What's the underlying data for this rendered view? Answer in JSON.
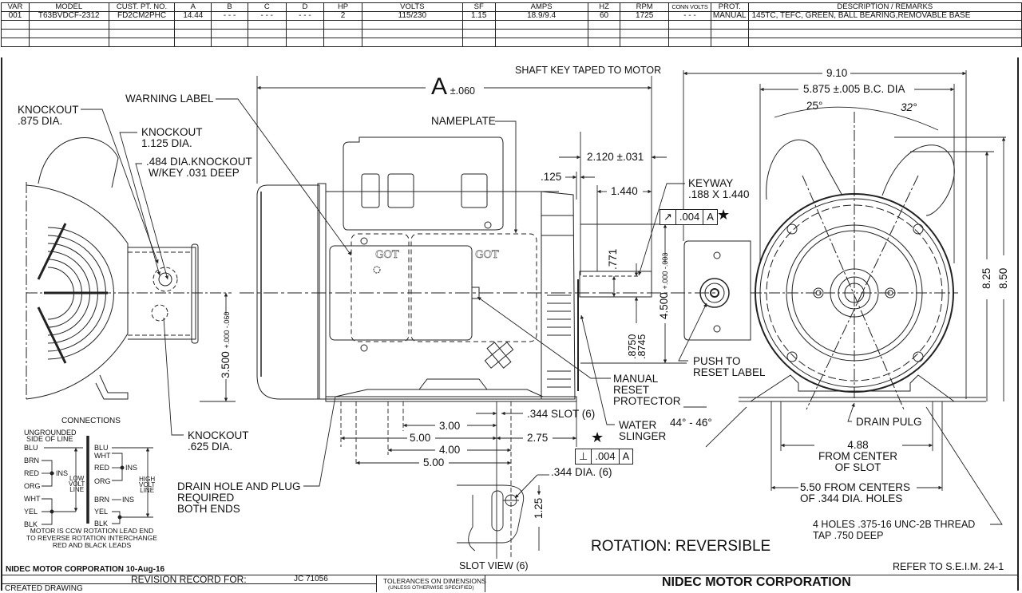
{
  "spec_table": {
    "headers": [
      "VAR",
      "MODEL",
      "CUST. PT. NO.",
      "A",
      "B",
      "C",
      "D",
      "HP",
      "VOLTS",
      "SF",
      "AMPS",
      "HZ",
      "RPM",
      "CONN VOLTS",
      "PROT.",
      "DESCRIPTION / REMARKS"
    ],
    "rows": [
      [
        "001",
        "T63BVDCF-2312",
        "FD2CM2PHC",
        "14.44",
        "- - -",
        "- - -",
        "- - -",
        "2",
        "115/230",
        "1.15",
        "18.9/9.4",
        "60",
        "1725",
        "- - -",
        "MANUAL",
        "145TC, TEFC, GREEN, BALL BEARING,REMOVABLE BASE"
      ],
      [
        "",
        "",
        "",
        "",
        "",
        "",
        "",
        "",
        "",
        "",
        "",
        "",
        "",
        "",
        "",
        ""
      ],
      [
        "",
        "",
        "",
        "",
        "",
        "",
        "",
        "",
        "",
        "",
        "",
        "",
        "",
        "",
        "",
        ""
      ],
      [
        "",
        "",
        "",
        "",
        "",
        "",
        "",
        "",
        "",
        "",
        "",
        "",
        "",
        "",
        "",
        ""
      ]
    ]
  },
  "callouts": {
    "knockout_875": [
      "KNOCKOUT",
      ".875 DIA."
    ],
    "warning_label": "WARNING LABEL",
    "knockout_1125": [
      "KNOCKOUT",
      "1.125 DIA."
    ],
    "knockout_484": [
      ".484 DIA.KNOCKOUT",
      "W/KEY .031 DEEP"
    ],
    "shaft_key": "SHAFT KEY TAPED TO MOTOR",
    "nameplate": "NAMEPLATE",
    "keyway": [
      "KEYWAY",
      ".188 X 1.440"
    ],
    "push_to_reset": [
      "PUSH TO",
      "RESET LABEL"
    ],
    "manual_reset": [
      "MANUAL",
      "RESET",
      "PROTECTOR"
    ],
    "water_slinger": [
      "WATER",
      "SLINGER"
    ],
    "knockout_625": [
      "KNOCKOUT",
      ".625 DIA."
    ],
    "drain_hole": [
      "DRAIN HOLE AND PLUG",
      "REQUIRED",
      "BOTH ENDS"
    ],
    "drain_plug": "DRAIN PULG",
    "tapped_holes": [
      "4 HOLES .375-16 UNC-2B THREAD",
      "TAP .750 DEEP"
    ],
    "slot_view": "SLOT VIEW (6)",
    "rotation": "ROTATION: REVERSIBLE",
    "refer": "REFER TO S.E.I.M. 24-1"
  },
  "dimensions": {
    "A_letter": "A",
    "A_tol": "±.060",
    "d_9_10": "9.10",
    "d_bc_dia": "5.875 ±.005 B.C. DIA",
    "ang_25": "25°",
    "ang_32": "32°",
    "d_2120": "2.120 ±.031",
    "d_125": ".125",
    "d_1440": "1.440",
    "fcf_top": [
      "↗",
      ".004",
      "A"
    ],
    "d_771": ".771",
    "d_4500": "4.500",
    "d_4500_tol": "+.000 -.003",
    "d_shaft": ".8750 .8745",
    "d_3500": "3.500",
    "d_3500_tol": "+.000 -.060",
    "d_825": "8.25",
    "d_850": "8.50",
    "d_slot": ".344  SLOT (6)",
    "d_300": "3.00",
    "d_500a": "5.00",
    "d_275": "2.75",
    "d_400": "4.00",
    "d_500b": "5.00",
    "fcf_bottom": [
      "⊥",
      ".004",
      "A"
    ],
    "d_344dia": ".344  DIA. (6)",
    "d_125v": "1.25",
    "ang_44_46": "44° - 46°",
    "d_488": [
      "4.88",
      "FROM CENTER",
      "OF SLOT"
    ],
    "d_550": [
      "5.50  FROM CENTERS",
      "OF .344 DIA. HOLES"
    ]
  },
  "connections": {
    "title": "CONNECTIONS",
    "ungrounded": [
      "UNGROUNDED",
      "SIDE OF LINE"
    ],
    "low_leads": [
      "BLU",
      "BRN",
      "RED",
      "ORG",
      "WHT",
      "YEL",
      "BLK"
    ],
    "low_ins": "INS",
    "low_label": [
      "LOW",
      "VOLT",
      "LINE"
    ],
    "high_leads": [
      "BLU",
      "WHT",
      "RED",
      "ORG",
      "BRN",
      "YEL",
      "BLK"
    ],
    "high_ins_1": "INS",
    "high_ins_2": "INS",
    "high_label": [
      "HIGH",
      "VOLT",
      "LINE"
    ],
    "note": [
      "MOTOR IS CCW ROTATION LEAD END",
      "TO REVERSE ROTATION INTERCHANGE",
      "RED AND BLACK LEADS"
    ]
  },
  "footer": {
    "company_date": "NIDEC MOTOR CORPORATION 10-Aug-16",
    "revision_record": "REVISION RECORD FOR:",
    "job": "JC 71056",
    "created": "CREATED DRAWING",
    "tolerances": "TOLERANCES ON DIMENSIONS",
    "tolerances_sub": "(UNLESS OTHERWISE SPECIFIED)",
    "company": "NIDEC MOTOR CORPORATION"
  }
}
